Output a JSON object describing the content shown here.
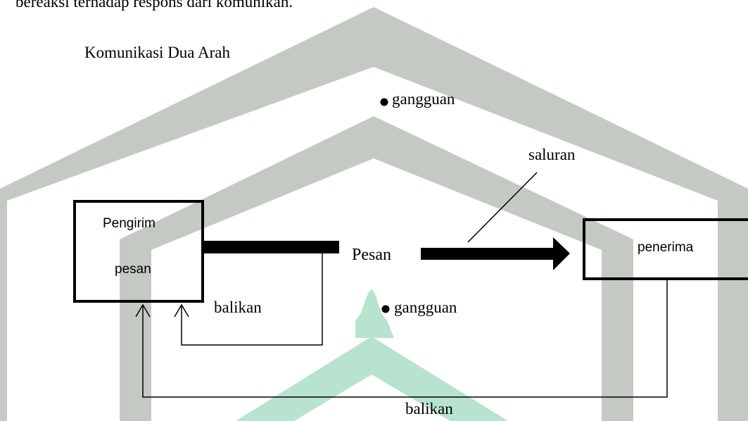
{
  "top_text": "bereaksi terhadap respons dari komunikan.",
  "section_title": "Komunikasi Dua Arah",
  "diagram": {
    "sender_label_line1": "Pengirim",
    "sender_label_line2": "pesan",
    "receiver_label": "penerima",
    "message_label": "Pesan",
    "channel_label": "saluran",
    "noise_top_label": "gangguan",
    "noise_bottom_label": "gangguan",
    "feedback_inner_label": "balikan",
    "feedback_outer_label": "balikan"
  },
  "colors": {
    "watermark_gray": "#c5c9c4",
    "watermark_green": "#b7e3cf",
    "ink": "#000000"
  },
  "icons": [
    "bullet-dot-icon",
    "arrow-right-icon",
    "arrow-up-icon"
  ]
}
